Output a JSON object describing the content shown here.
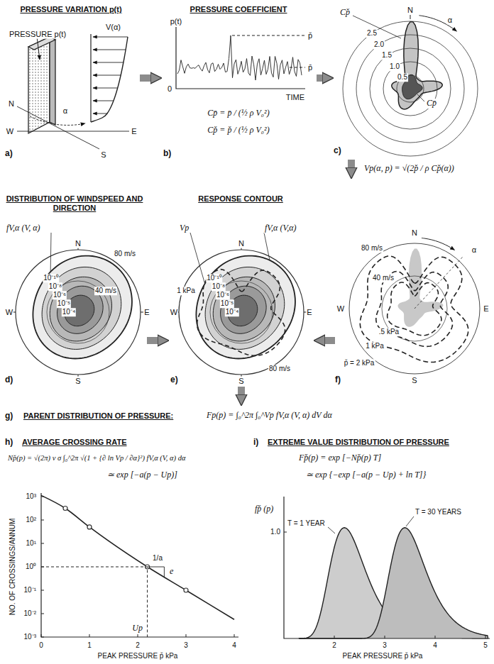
{
  "diagram": {
    "nodes": [
      {
        "text": [
          "PRESSURE VARIATION p(t)",
          "a)"
        ]
      },
      {
        "text": [
          "PRESSURE COEFFICIENT",
          "b)"
        ]
      },
      {
        "text": [
          "c)"
        ]
      },
      {
        "text": [
          "DISTRIBUTION OF WINDSPEED AND DIRECTION",
          "d)"
        ]
      },
      {
        "text": [
          "RESPONSE CONTOUR",
          "e)"
        ]
      },
      {
        "text": [
          "f)"
        ]
      },
      {
        "text": [
          "g)",
          "PARENT DISTRIBUTION OF PRESSURE:"
        ]
      },
      {
        "text": [
          "h)",
          "AVERAGE CROSSING RATE"
        ]
      },
      {
        "text": [
          "i)",
          "EXTREME VALUE DISTRIBUTION OF PRESSURE"
        ]
      }
    ],
    "edges": [
      {
        "from": 0,
        "to": 1,
        "arrow": "to"
      },
      {
        "from": 1,
        "to": 2,
        "arrow": "to"
      },
      {
        "from": 2,
        "to": 5,
        "arrow": "to"
      },
      {
        "from": 5,
        "to": 4,
        "arrow": "to"
      },
      {
        "from": 3,
        "to": 4,
        "arrow": "to"
      },
      {
        "from": 4,
        "to": 6,
        "arrow": "to"
      }
    ],
    "labels": [
      "PRESSURE p(t)",
      "V(α)",
      "N",
      "W",
      "E",
      "S",
      "α",
      "p(t)",
      "0",
      "TIME",
      "p̌",
      "p̄",
      "Cp̄ = p̄ / (½ ρ V₀²)",
      "Cp̌ = p̌ / (½ ρ V₀²)",
      "Cp̌",
      "N",
      "α",
      "2.5",
      "2.0",
      "1.5",
      "1.0",
      "0.5",
      "Cp̄",
      "Vp(α, p) = √(2p̌ / ρ Cp̌(α))",
      "fV,α (V, α)",
      "N",
      "W",
      "E",
      "S",
      "80 m/s",
      "40 m/s",
      "10⁻¹⁰",
      "10⁻⁸",
      "10⁻⁶",
      "10⁻⁵",
      "10⁻⁴",
      "Vp",
      "fV,α (V,α)",
      "1 kPa",
      "N",
      "W",
      "E",
      "S",
      "80 m/s",
      "10⁻¹⁰",
      "10⁻⁸",
      "10⁻⁶",
      "10⁻⁵",
      "10⁻⁴",
      "N",
      "W",
      "E",
      "S",
      "α",
      "80 m/s",
      "40 m/s",
      ".5 kPa",
      "1 kPa",
      "p̌ = 2 kPa",
      "Fp(p) = ∫₀^2π ∫₀^Vp fV,α (V, α) dV dα",
      "Np̌(p) = √(2π) ν σ ∫₀^2π √(1 + {∂ ln Vp / ∂α}²) fV,α (V, α) dα",
      "≃ exp [−a(p − Up)]",
      "10³",
      "10²",
      "10¹",
      "10⁰",
      "10⁻¹",
      "10⁻²",
      "10⁻³",
      "0",
      "1",
      "2",
      "3",
      "4",
      "NO. OF CROSSINGS/ANNUM",
      "PEAK PRESSURE p̌ kPa",
      "Up",
      "1/a",
      "e",
      "Fp̌(p) = exp [−Np̌(p) T]",
      "≃ exp {−exp [−a(p − Up) + ln T]}",
      "fp̌ (p)",
      "1.0",
      "T = 1 YEAR",
      "T = 30 YEARS",
      "2",
      "3",
      "4",
      "5",
      "PEAK PRESSURE p̌ kPa"
    ]
  }
}
